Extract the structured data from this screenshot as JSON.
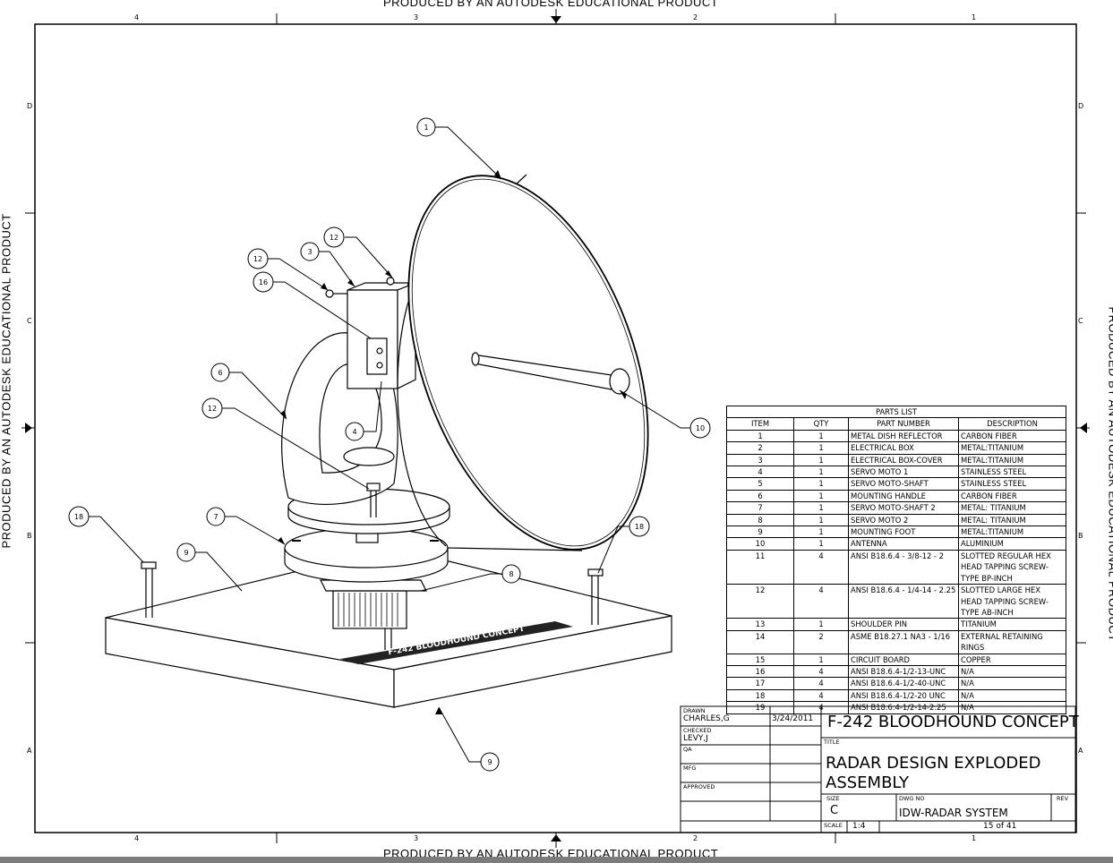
{
  "watermark": "PRODUCED BY AN AUTODESK EDUCATIONAL PRODUCT",
  "zones": {
    "cols": [
      "4",
      "3",
      "2",
      "1"
    ],
    "rows": [
      "D",
      "C",
      "B",
      "A"
    ]
  },
  "balloons": {
    "b1": "1",
    "b3": "3",
    "b12a": "12",
    "b12b": "12",
    "b16": "16",
    "b6": "6",
    "b12c": "12",
    "b4": "4",
    "b10": "10",
    "b7": "7",
    "b9a": "9",
    "b18a": "18",
    "b18b": "18",
    "b8": "8",
    "b9b": "9"
  },
  "base_engraving": "F-242 BLOODHOUND CONCEPT",
  "parts_list": {
    "title": "PARTS LIST",
    "headers": [
      "ITEM",
      "QTY",
      "PART NUMBER",
      "DESCRIPTION"
    ],
    "rows": [
      {
        "item": "1",
        "qty": "1",
        "part": "METAL DISH REFLECTOR",
        "desc": "CARBON FIBER"
      },
      {
        "item": "2",
        "qty": "1",
        "part": "ELECTRICAL BOX",
        "desc": "METAL:TITANIUM"
      },
      {
        "item": "3",
        "qty": "1",
        "part": "ELECTRICAL BOX-COVER",
        "desc": "METAL:TITANIUM"
      },
      {
        "item": "4",
        "qty": "1",
        "part": "SERVO MOTO 1",
        "desc": "STAINLESS STEEL"
      },
      {
        "item": "5",
        "qty": "1",
        "part": "SERVO MOTO-SHAFT",
        "desc": "STAINLESS STEEL"
      },
      {
        "item": "6",
        "qty": "1",
        "part": "MOUNTING HANDLE",
        "desc": "CARBON FIBER"
      },
      {
        "item": "7",
        "qty": "1",
        "part": "SERVO MOTO-SHAFT 2",
        "desc": "METAL: TITANIUM"
      },
      {
        "item": "8",
        "qty": "1",
        "part": "SERVO MOTO 2",
        "desc": "METAL: TITANIUM"
      },
      {
        "item": "9",
        "qty": "1",
        "part": "MOUNTING FOOT",
        "desc": "METAL:TITANIUM"
      },
      {
        "item": "10",
        "qty": "1",
        "part": "ANTENNA",
        "desc": "ALUMINIUM"
      },
      {
        "item": "11",
        "qty": "4",
        "part": "ANSI B18.6.4 - 3/8-12 - 2",
        "desc": "SLOTTED REGULAR HEX HEAD TAPPING SCREW-TYPE BP-INCH"
      },
      {
        "item": "12",
        "qty": "4",
        "part": "ANSI B18.6.4 - 1/4-14 - 2.25",
        "desc": "SLOTTED LARGE HEX HEAD TAPPING SCREW-TYPE AB-INCH"
      },
      {
        "item": "13",
        "qty": "1",
        "part": "SHOULDER PIN",
        "desc": "TITANIUM"
      },
      {
        "item": "14",
        "qty": "2",
        "part": "ASME B18.27.1 NA3 - 1/16",
        "desc": "EXTERNAL RETAINING RINGS"
      },
      {
        "item": "15",
        "qty": "1",
        "part": "CIRCUIT BOARD",
        "desc": "COPPER"
      },
      {
        "item": "16",
        "qty": "4",
        "part": "ANSI B18.6.4-1/2-13-UNC",
        "desc": "N/A"
      },
      {
        "item": "17",
        "qty": "4",
        "part": "ANSI B18.6.4-1/2-40-UNC",
        "desc": "N/A"
      },
      {
        "item": "18",
        "qty": "4",
        "part": "ANSI B18.6.4-1/2-20 UNC",
        "desc": "N/A"
      },
      {
        "item": "19",
        "qty": "4",
        "part": "ANSI B18.6.4-1/2-14-2.25",
        "desc": "N/A"
      }
    ]
  },
  "title_block": {
    "drawn_label": "DRAWN",
    "drawn_by": "CHARLES,G",
    "drawn_date": "3/24/2011",
    "checked_label": "CHECKED",
    "checked_by": "LEVY,J",
    "qa_label": "QA",
    "mfg_label": "MFG",
    "approved_label": "APPROVED",
    "project": "F-242 BLOODHOUND CONCEPT",
    "title_label": "TITLE",
    "title_line1": "RADAR DESIGN EXPLODED",
    "title_line2": "ASSEMBLY",
    "size_label": "SIZE",
    "size": "C",
    "dwg_label": "DWG NO",
    "dwg_no": "IDW-RADAR SYSTEM",
    "rev_label": "REV",
    "scale_label": "SCALE",
    "scale": "1:4",
    "sheet": "15 of 41"
  }
}
